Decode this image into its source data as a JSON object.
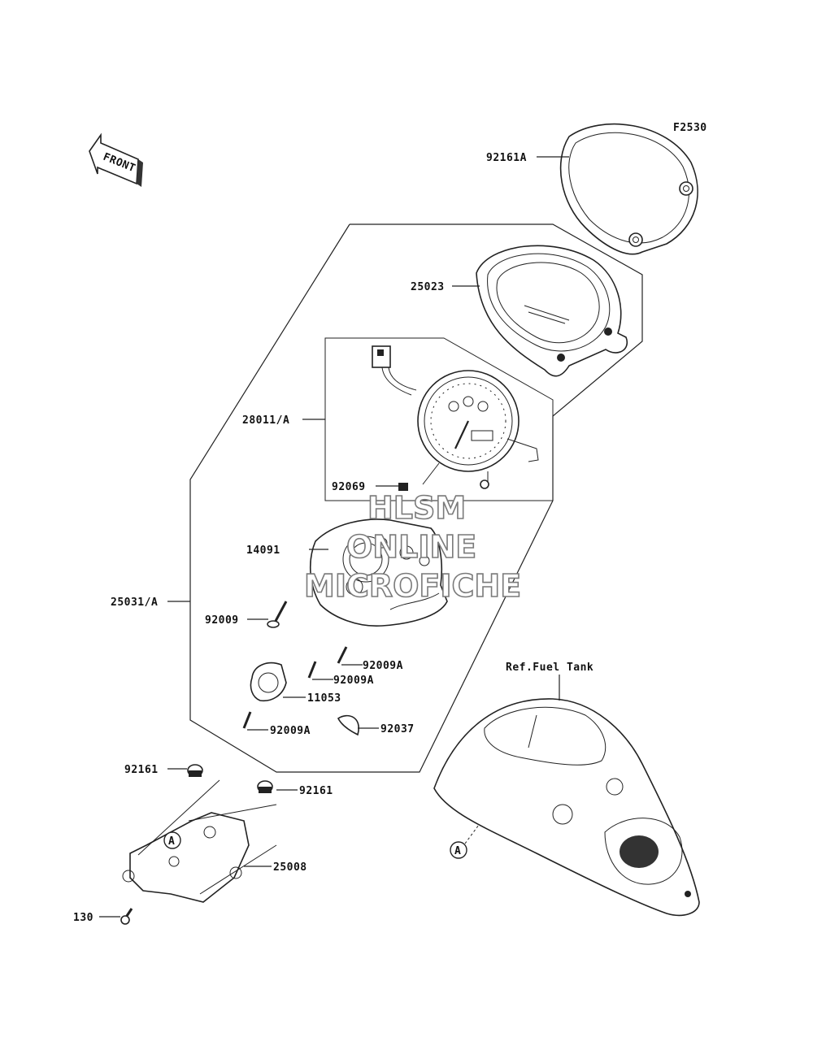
{
  "figure_code": "F2530",
  "front_arrow": {
    "text": "FRONT",
    "icon": "front-arrow-icon"
  },
  "watermark": {
    "line1": "HLSM",
    "line2": "ONLINE",
    "line3": "MICROFICHE"
  },
  "callouts": {
    "c92161A": "92161A",
    "c25023": "25023",
    "c28011A": "28011/A",
    "c92069": "92069",
    "c14091": "14091",
    "c25031A": "25031/A",
    "c92009": "92009",
    "c92009A_1": "92009A",
    "c92009A_2": "92009A",
    "c11053": "11053",
    "c92009A_3": "92009A",
    "c92037": "92037",
    "c92161_1": "92161",
    "c92161_2": "92161",
    "c25008": "25008",
    "c130": "130",
    "ref_fuel_tank": "Ref.Fuel Tank"
  },
  "markers": {
    "a1": "A",
    "a2": "A"
  }
}
